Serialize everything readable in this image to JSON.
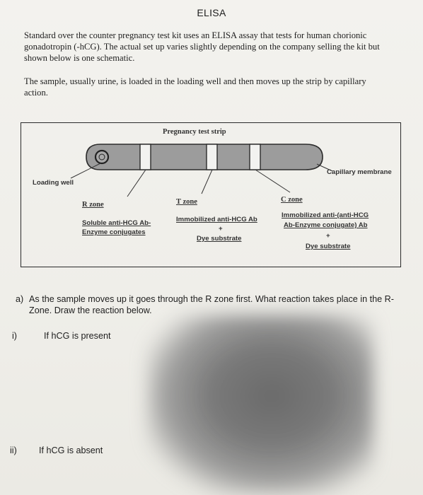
{
  "title": "ELISA",
  "intro": "Standard over the counter pregnancy test kit uses an ELISA assay that tests for human chorionic gonadotropin (-hCG).  The actual set up varies slightly depending on the company selling the kit but shown below is one schematic.",
  "sample": "The sample, usually urine, is loaded in the loading well and then moves up the strip by capillary action.",
  "diagram": {
    "strip_title": "Pregnancy test strip",
    "loading_well": "Loading well",
    "capillary": "Capillary membrane",
    "r_zone": "R zone",
    "r_desc_1": "Soluble anti-HCG Ab-",
    "r_desc_2": "Enzyme conjugates",
    "t_zone": "T zone",
    "t_desc_1": "Immobilized anti-HCG Ab",
    "t_plus": "+",
    "t_desc_2": "Dye substrate",
    "c_zone": "C zone",
    "c_desc_1": "Immobilized anti-(anti-HCG",
    "c_desc_2": "Ab-Enzyme conjugate) Ab",
    "c_plus": "+",
    "c_desc_3": "Dye substrate"
  },
  "question_a": {
    "label": "a)",
    "text": "As the sample moves up it goes through the R zone first.  What reaction takes place in the R-Zone.  Draw the reaction below."
  },
  "question_i": {
    "label": "i)",
    "text": "If hCG is present"
  },
  "question_ii": {
    "label": "ii)",
    "text": "If hCG is absent"
  }
}
